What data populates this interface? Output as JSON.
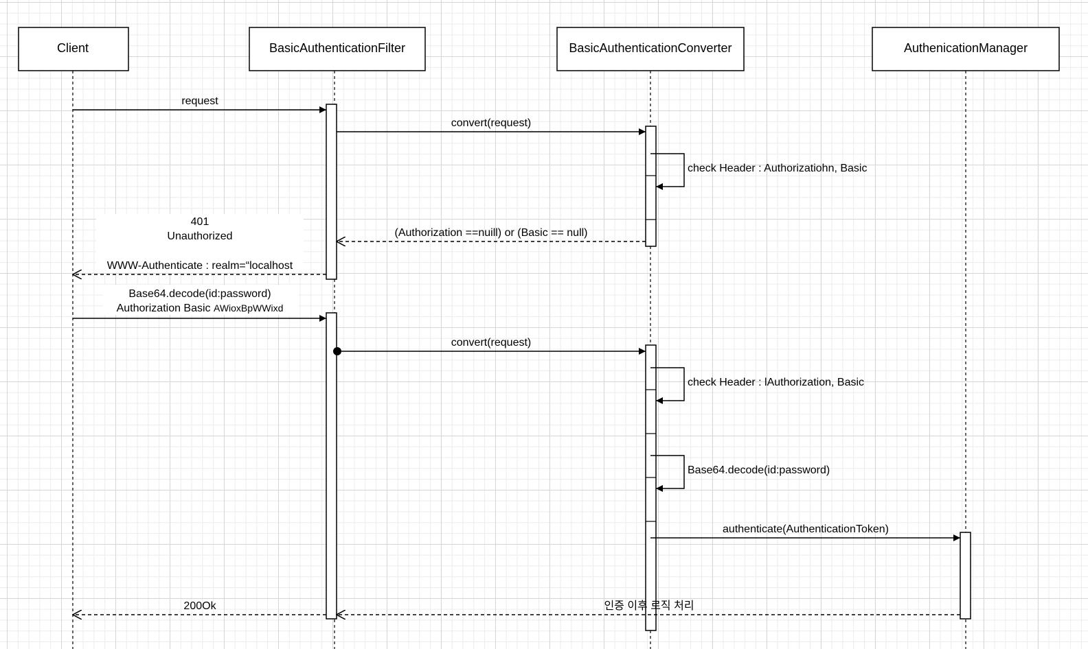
{
  "participants": [
    {
      "id": "client",
      "label": "Client"
    },
    {
      "id": "filter",
      "label": "BasicAuthenticationFilter"
    },
    {
      "id": "converter",
      "label": "BasicAuthenticationConverter"
    },
    {
      "id": "manager",
      "label": "AuthenicationManager"
    }
  ],
  "messages": {
    "m1": {
      "label": "request"
    },
    "m2": {
      "label": "convert(request)"
    },
    "m3": {
      "label": "check Header : Authorizatiohn, Basic"
    },
    "m4": {
      "label": "(Authorization ==nuill) or (Basic == null)"
    },
    "m5": {
      "label_line1": "401",
      "label_line2": "Unauthorized",
      "label_line3": "WWW-Authenticate : realm=“localhost"
    },
    "m6": {
      "label_line1": "Base64.decode(id:password)",
      "label_line2a": "Authorization Basic ",
      "label_line2b": "AWioxBpWWixd"
    },
    "m7": {
      "label": "convert(request)"
    },
    "m8": {
      "label": "check Header : lAuthorization, Basic"
    },
    "m9": {
      "label": "Base64.decode(id:password)"
    },
    "m10": {
      "label": "authenticate(AuthenticationToken)"
    },
    "m11": {
      "label": "인증 이후 로직 처리"
    },
    "m12": {
      "label": "200Ok"
    }
  }
}
